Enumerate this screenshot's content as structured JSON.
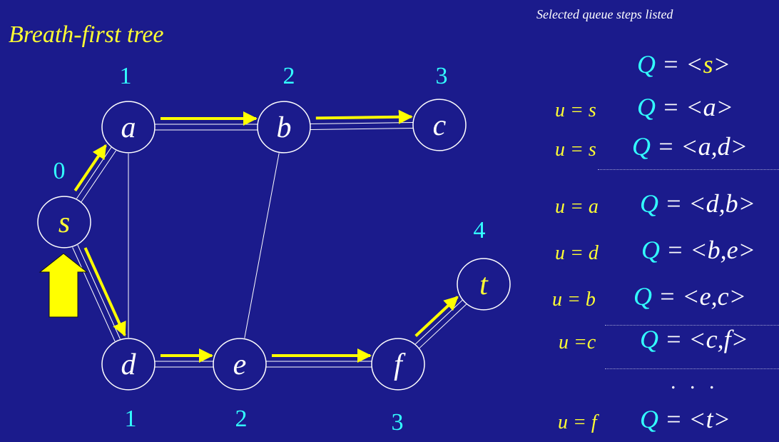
{
  "title": "Breath-first tree",
  "caption": "Selected queue steps listed",
  "colors": {
    "background": "#1b1b8c",
    "title": "#ffff33",
    "distance": "#33ffff",
    "tree_edge": "#ffff00",
    "node_fill": "#1b1b8c",
    "node_stroke": "#ffffff",
    "source_label": "#ffff33"
  },
  "graph": {
    "nodes": [
      {
        "id": "s",
        "label": "s",
        "distance": "0"
      },
      {
        "id": "a",
        "label": "a",
        "distance": "1"
      },
      {
        "id": "b",
        "label": "b",
        "distance": "2"
      },
      {
        "id": "c",
        "label": "c",
        "distance": "3"
      },
      {
        "id": "d",
        "label": "d",
        "distance": "1"
      },
      {
        "id": "e",
        "label": "e",
        "distance": "2"
      },
      {
        "id": "f",
        "label": "f",
        "distance": "3"
      },
      {
        "id": "t",
        "label": "t",
        "distance": "4"
      }
    ],
    "edges": [
      {
        "from": "s",
        "to": "a",
        "tree": true
      },
      {
        "from": "s",
        "to": "d",
        "tree": true
      },
      {
        "from": "a",
        "to": "b",
        "tree": true
      },
      {
        "from": "b",
        "to": "c",
        "tree": true
      },
      {
        "from": "d",
        "to": "e",
        "tree": true
      },
      {
        "from": "e",
        "to": "f",
        "tree": true
      },
      {
        "from": "f",
        "to": "t",
        "tree": true
      },
      {
        "from": "a",
        "to": "d",
        "tree": false
      },
      {
        "from": "b",
        "to": "e",
        "tree": false
      }
    ],
    "source_marker": "up-arrow-icon"
  },
  "steps": [
    {
      "u": "",
      "queue": "s"
    },
    {
      "u": "u = s",
      "queue": "a"
    },
    {
      "u": "u = s",
      "queue": "a,d"
    },
    {
      "u": "u = a",
      "queue": "d,b"
    },
    {
      "u": "u = d",
      "queue": "b,e"
    },
    {
      "u": "u = b",
      "queue": "e,c"
    },
    {
      "u": "u =c",
      "queue": "c,f"
    },
    {
      "u": "u = f",
      "queue": "t"
    }
  ],
  "ellipsis": ". . ."
}
